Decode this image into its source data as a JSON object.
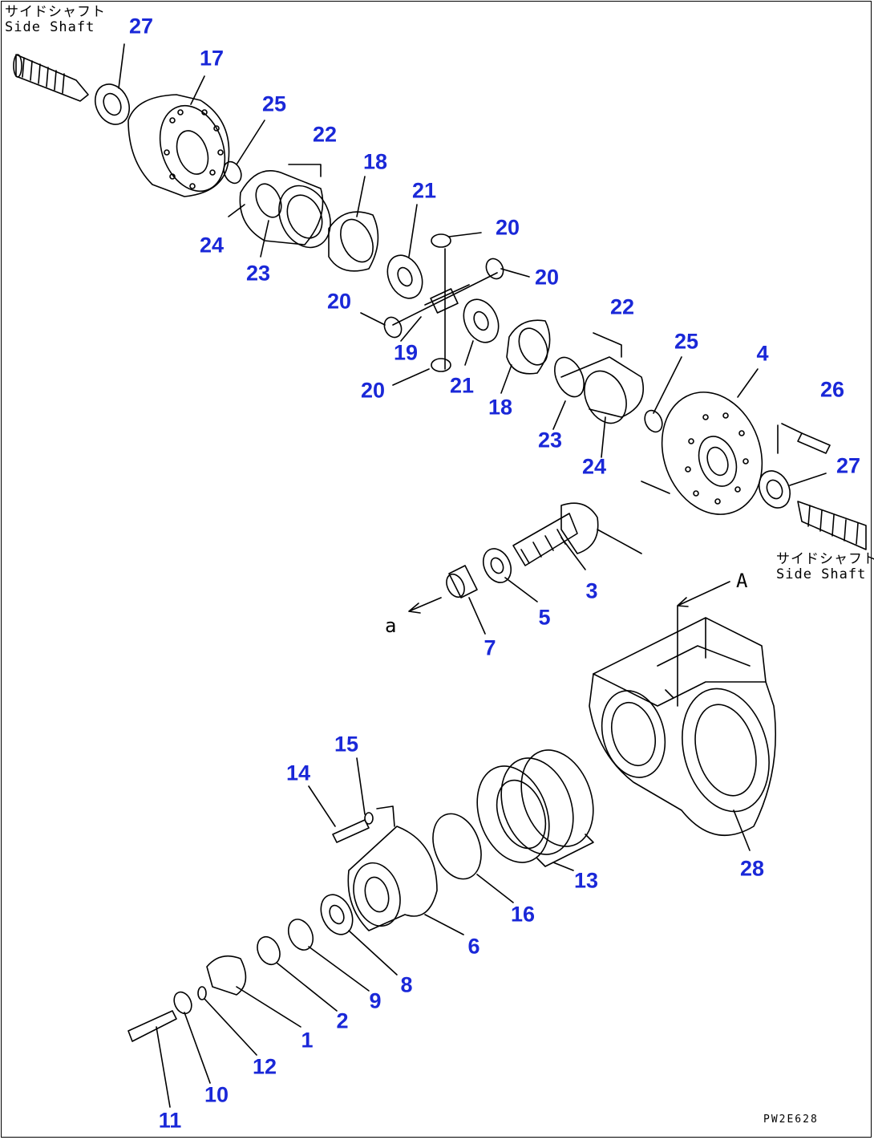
{
  "notes": {
    "side_shaft_top_jp": "サイドシャフト",
    "side_shaft_top_en": "Side Shaft",
    "side_shaft_right_jp": "サイドシャフト",
    "side_shaft_right_en": "Side Shaft"
  },
  "reference_marks": {
    "a_left": "a",
    "a_right": "A"
  },
  "drawing_code": "PW2E628",
  "callouts": [
    "27",
    "17",
    "25",
    "22",
    "18",
    "21",
    "20",
    "24",
    "23",
    "20",
    "20",
    "19",
    "20",
    "21",
    "18",
    "22",
    "25",
    "4",
    "26",
    "27",
    "23",
    "24",
    "3",
    "5",
    "7",
    "15",
    "14",
    "13",
    "16",
    "28",
    "6",
    "8",
    "9",
    "2",
    "1",
    "12",
    "10",
    "11"
  ],
  "colors": {
    "callout": "#1a28d8",
    "line": "#000000"
  }
}
